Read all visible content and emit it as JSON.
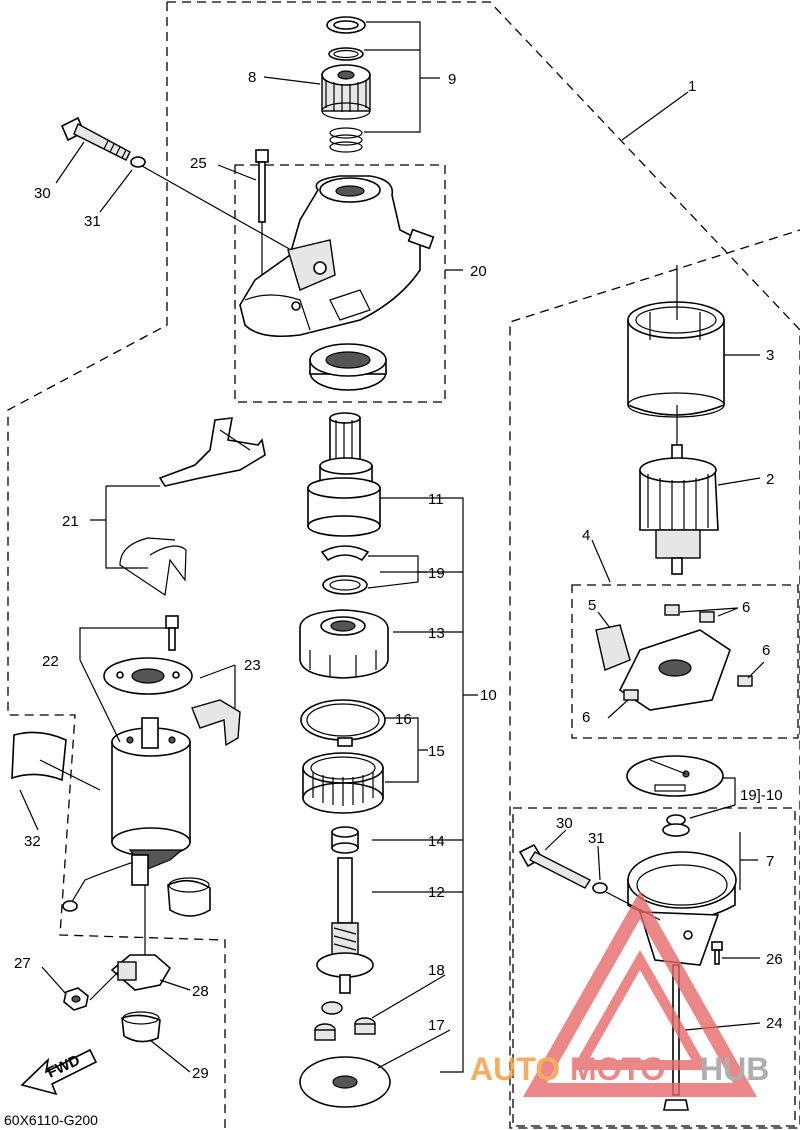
{
  "callouts": {
    "c1": "1",
    "c2": "2",
    "c3": "3",
    "c4": "4",
    "c5": "5",
    "c6a": "6",
    "c6b": "6",
    "c6c": "6",
    "c7": "7",
    "c8": "8",
    "c9": "9",
    "c10a": "10",
    "c10b": "19]-10",
    "c11": "11",
    "c12": "12",
    "c13": "13",
    "c14": "14",
    "c15": "15",
    "c16": "16",
    "c17": "17",
    "c18": "18",
    "c19": "19",
    "c20": "20",
    "c21": "21",
    "c22": "22",
    "c23": "23",
    "c24": "24",
    "c25": "25",
    "c26": "26",
    "c27": "27",
    "c28": "28",
    "c29": "29",
    "c30a": "30",
    "c30b": "30",
    "c31a": "31",
    "c31b": "31",
    "c32": "32"
  },
  "diagram_code": "60X6110-G200",
  "fwd_label": "FWD",
  "watermark": {
    "auto": "AUTO",
    "moto": "MOTO",
    "hub": "HUB"
  },
  "colors": {
    "line": "#000000",
    "watermark_red": "#e76a6a",
    "watermark_orange": "#f39a3a",
    "watermark_gray": "#9a9a9a"
  }
}
